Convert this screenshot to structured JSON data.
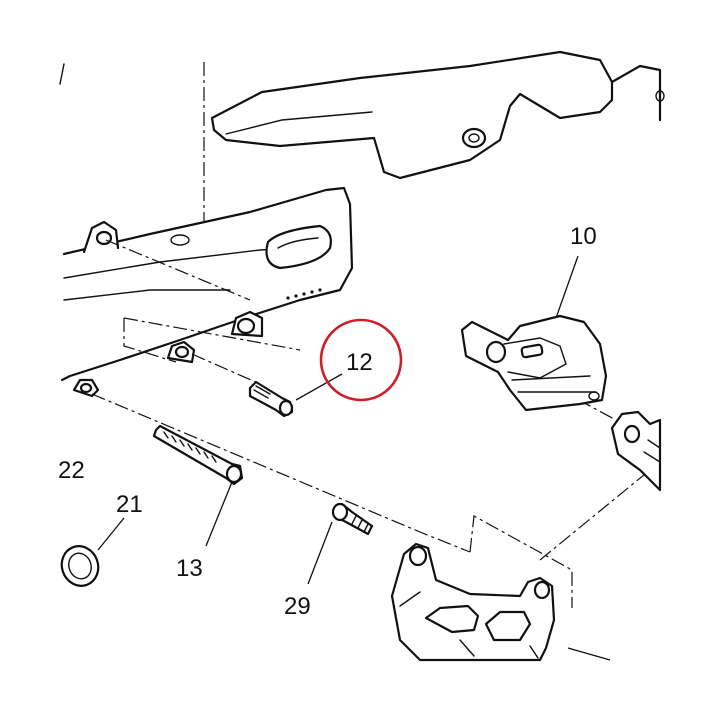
{
  "callouts": {
    "c10": "10",
    "c12": "12",
    "c13": "13",
    "c21": "21",
    "c22": "22",
    "c29": "29"
  },
  "colors": {
    "highlight": "#cc1f2b",
    "line": "#111111",
    "background": "#ffffff"
  },
  "highlighted_part": "12"
}
